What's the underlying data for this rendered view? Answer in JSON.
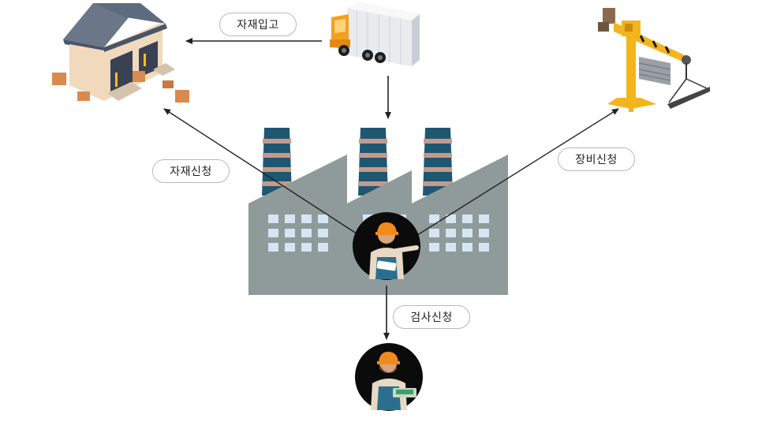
{
  "labels": {
    "material_receipt": "자재입고",
    "material_request": "자재신청",
    "equipment_request": "장비신청",
    "inspection_request": "검사신청"
  },
  "icons": {
    "warehouse": "warehouse-icon",
    "truck": "truck-icon",
    "crane": "crane-icon",
    "factory": "factory-icon",
    "worker": "worker-icon",
    "inspector": "inspector-icon"
  },
  "colors": {
    "factory_body": "#8f9a9b",
    "chimney": "#1f5770",
    "chimney_band": "#c59a8a",
    "window": "#d7e4f3",
    "arrow": "#222222",
    "crane": "#f2b51d",
    "truck_cab": "#f4a01c",
    "warehouse_roof": "#5e6b7e",
    "warehouse_wall": "#f1d9bd"
  }
}
